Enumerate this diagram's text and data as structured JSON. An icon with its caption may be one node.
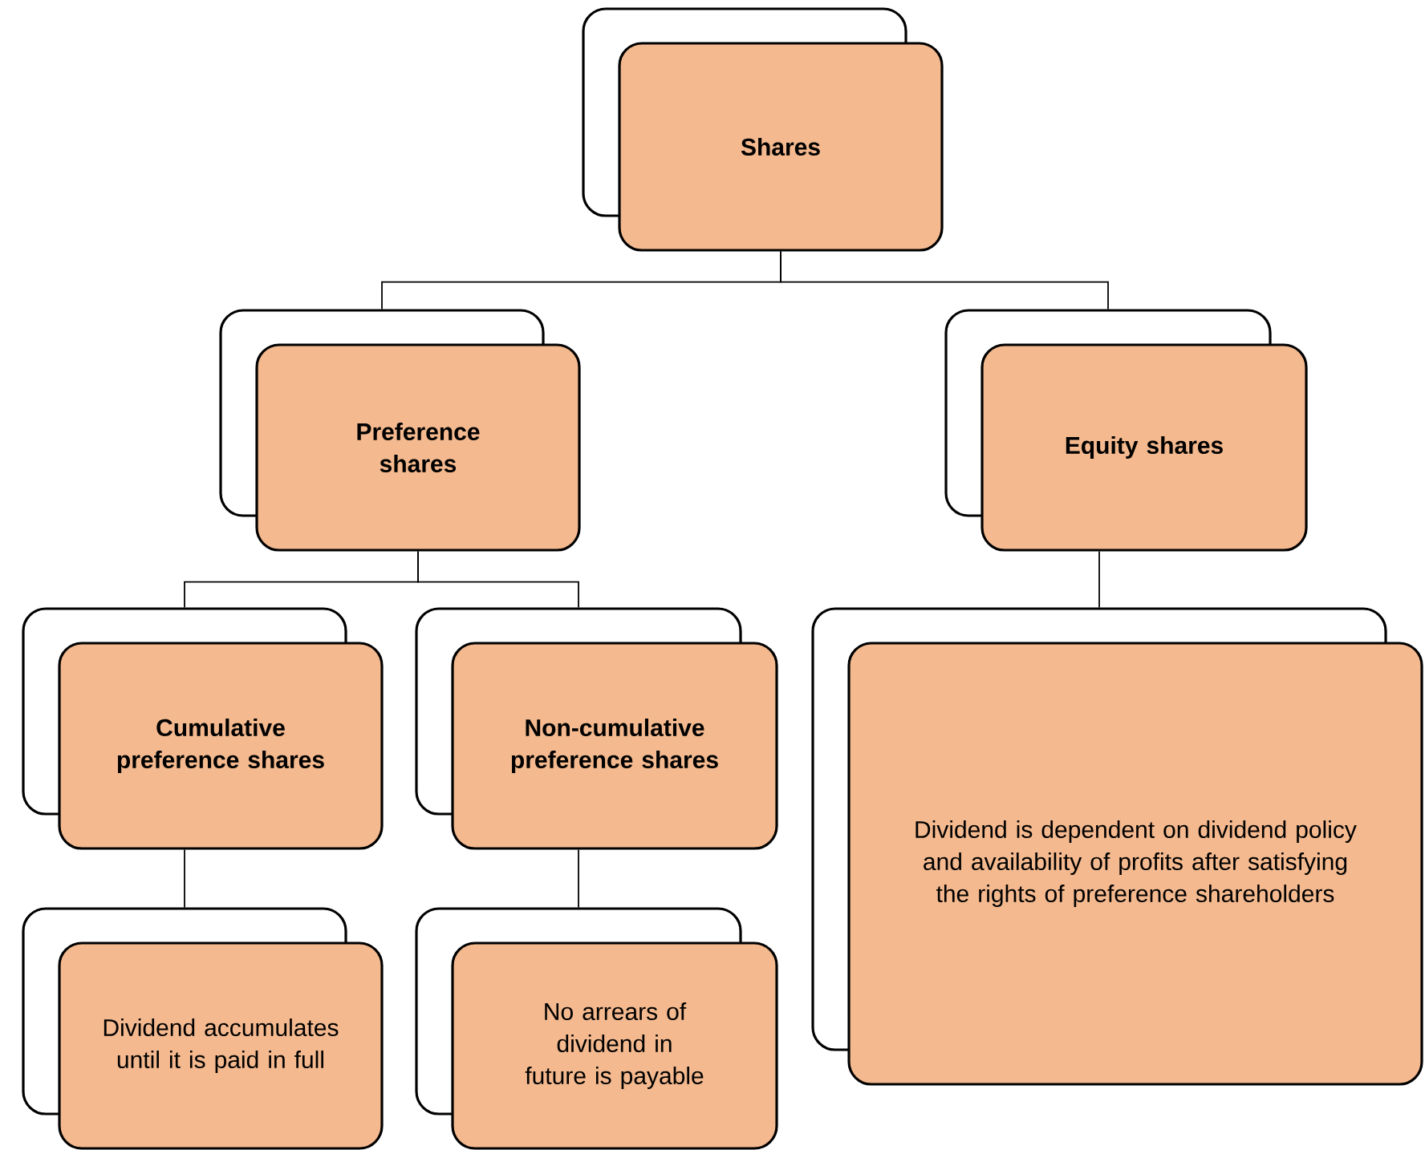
{
  "diagram": {
    "nodes": [
      {
        "text": [
          "Shares"
        ]
      },
      {
        "text": [
          "Preference shares"
        ]
      },
      {
        "text": [
          "Equity shares"
        ]
      },
      {
        "text": [
          "Cumulative preference shares"
        ]
      },
      {
        "text": [
          "Non-cumulative preference shares"
        ]
      },
      {
        "text": [
          "Dividend accumulates until it is paid in full"
        ]
      },
      {
        "text": [
          "No arrears of dividend in future is payable"
        ]
      },
      {
        "text": [
          "Dividend is dependent on dividend policy and availability of profits after satisfying the rights of preference shareholders"
        ]
      }
    ],
    "edges": [
      {
        "from": 0,
        "to": 1,
        "arrow": "none"
      },
      {
        "from": 0,
        "to": 2,
        "arrow": "none"
      },
      {
        "from": 1,
        "to": 3,
        "arrow": "none"
      },
      {
        "from": 1,
        "to": 4,
        "arrow": "none"
      },
      {
        "from": 2,
        "to": 7,
        "arrow": "none"
      },
      {
        "from": 3,
        "to": 5,
        "arrow": "none"
      },
      {
        "from": 4,
        "to": 6,
        "arrow": "none"
      }
    ]
  }
}
